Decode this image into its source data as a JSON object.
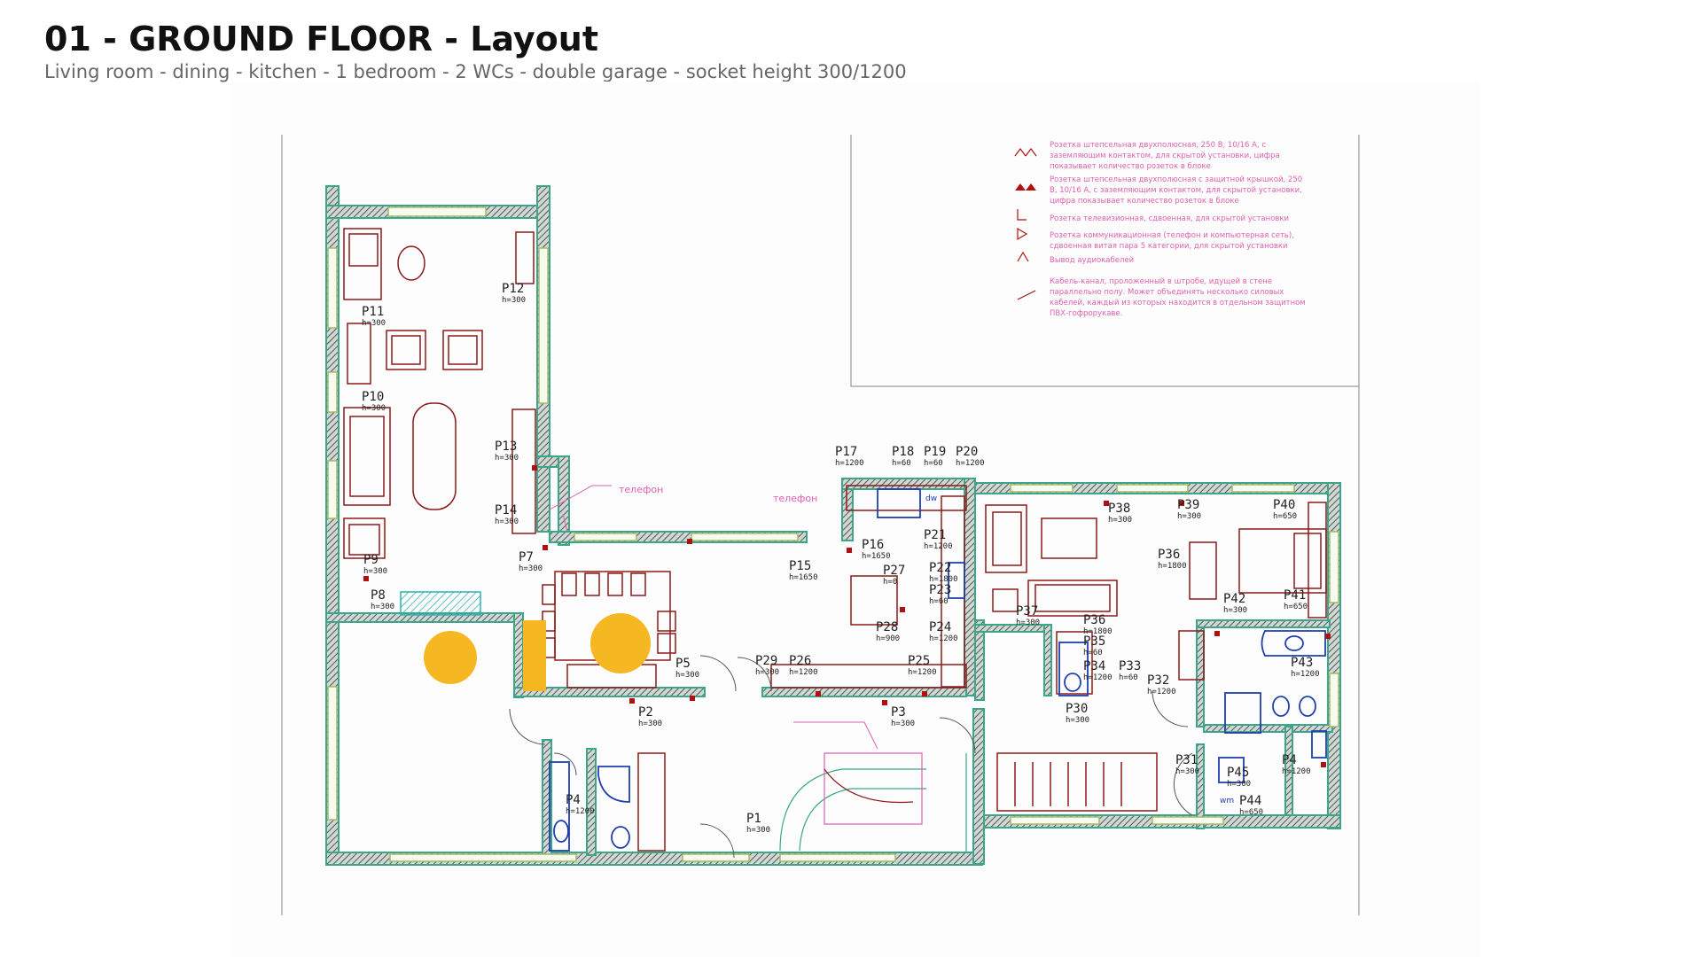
{
  "header": {
    "title": "01 - GROUND FLOOR - Layout",
    "subtitle": "Living room - dining - kitchen - 1 bedroom - 2 WCs - double garage - socket height 300/1200"
  },
  "legend": [
    {
      "icon": "double-socket-icon",
      "text": "Розетка штепсельная двухполюсная, 250 В, 10/16 А, с заземляющим контактом, для скрытой установки, цифра показывает количество розеток в блоке"
    },
    {
      "icon": "covered-socket-icon",
      "text": "Розетка штепсельная двухполюсная с защитной крышкой, 250 В, 10/16 А, с заземляющим контактом, для скрытой установки, цифра показывает количество розеток в блоке"
    },
    {
      "icon": "tv-socket-icon",
      "text": "Розетка телевизионная, сдвоенная, для скрытой установки"
    },
    {
      "icon": "data-socket-icon",
      "text": "Розетка коммуникационная (телефон и компьютерная сеть), сдвоенная витая пара 5 категории, для скрытой установки"
    },
    {
      "icon": "audio-output-icon",
      "text": "Вывод аудиокабелей"
    },
    {
      "icon": "cable-channel-icon",
      "text": "Кабель-канал, проложенный в штробе, идущей в стене параллельно полу. Может объединять несколько силовых кабелей, каждый из которых находится в отдельном защитном ПВХ-гофрорукаве."
    }
  ],
  "annotations": {
    "phone1": "телефон",
    "phone2": "телефон",
    "wm": "wm",
    "dw": "dw"
  },
  "sockets": [
    {
      "id": "P1",
      "h": "h=300"
    },
    {
      "id": "P2",
      "h": "h=300"
    },
    {
      "id": "P3",
      "h": "h=300"
    },
    {
      "id": "P4",
      "h": "h=1200"
    },
    {
      "id": "P5",
      "h": "h=300"
    },
    {
      "id": "P7",
      "h": "h=300"
    },
    {
      "id": "P8",
      "h": "h=300"
    },
    {
      "id": "P9",
      "h": "h=300"
    },
    {
      "id": "P10",
      "h": "h=300"
    },
    {
      "id": "P11",
      "h": "h=300"
    },
    {
      "id": "P12",
      "h": "h=300"
    },
    {
      "id": "P13",
      "h": "h=300"
    },
    {
      "id": "P14",
      "h": "h=300"
    },
    {
      "id": "P15",
      "h": "h=1650"
    },
    {
      "id": "P16",
      "h": "h=1650"
    },
    {
      "id": "P17",
      "h": "h=1200"
    },
    {
      "id": "P18",
      "h": "h=60"
    },
    {
      "id": "P19",
      "h": "h=60"
    },
    {
      "id": "P20",
      "h": "h=1200"
    },
    {
      "id": "P21",
      "h": "h=1200"
    },
    {
      "id": "P22",
      "h": "h=1800"
    },
    {
      "id": "P23",
      "h": "h=60"
    },
    {
      "id": "P24",
      "h": "h=1200"
    },
    {
      "id": "P25",
      "h": "h=1200"
    },
    {
      "id": "P26",
      "h": "h=1200"
    },
    {
      "id": "P27",
      "h": "h=0"
    },
    {
      "id": "P28",
      "h": "h=900"
    },
    {
      "id": "P29",
      "h": "h=300"
    },
    {
      "id": "P30",
      "h": "h=300"
    },
    {
      "id": "P31",
      "h": "h=300"
    },
    {
      "id": "P32",
      "h": "h=1200"
    },
    {
      "id": "P33",
      "h": "h=60"
    },
    {
      "id": "P34",
      "h": "h=1200"
    },
    {
      "id": "P35",
      "h": "h=60"
    },
    {
      "id": "P36",
      "h": "h=1800"
    },
    {
      "id": "P37",
      "h": "h=300"
    },
    {
      "id": "P36",
      "h": "h=1800"
    },
    {
      "id": "P38",
      "h": "h=300"
    },
    {
      "id": "P39",
      "h": "h=300"
    },
    {
      "id": "P40",
      "h": "h=650"
    },
    {
      "id": "P41",
      "h": "h=650"
    },
    {
      "id": "P42",
      "h": "h=300"
    },
    {
      "id": "P43",
      "h": "h=1200"
    },
    {
      "id": "P44",
      "h": "h=650"
    },
    {
      "id": "P45",
      "h": "h=300"
    },
    {
      "id": "P4",
      "h": "h=1200"
    }
  ],
  "colors": {
    "wall": "#3aa78a",
    "wall_hatch": "#7a7a7a",
    "furniture": "#8b1a1a",
    "fixture": "#1f3fb0",
    "legend": "#e060b0",
    "marker": "#f5b823",
    "window": "#a8b86a"
  }
}
